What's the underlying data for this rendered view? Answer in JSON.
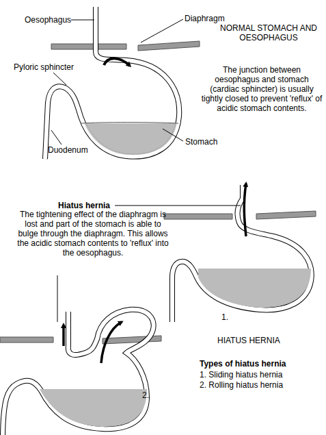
{
  "diagram": {
    "labels": [
      "Oesophagus",
      "Diaphragm",
      "NORMAL STOMACH AND OESOPHAGUS",
      "Pyloric sphincter",
      "The junction between oesophagus and stomach (cardiac sphincter) is usually tightly closed to prevent 'reflux' of acidic stomach contents.",
      "Duodenum",
      "Stomach",
      "Hiatus hernia",
      "The tightening effect of the diaphragm is lost and part of the stomach is able to bulge through the diaphragm. This allows the acidic stomach contents to 'reflux' into the oesophagus.",
      "1.",
      "2.",
      "HIATUS HERNIA",
      "Types of hiatus hernia",
      "1. Sliding hiatus hernia",
      "2. Rolling hiatus hernia"
    ]
  }
}
